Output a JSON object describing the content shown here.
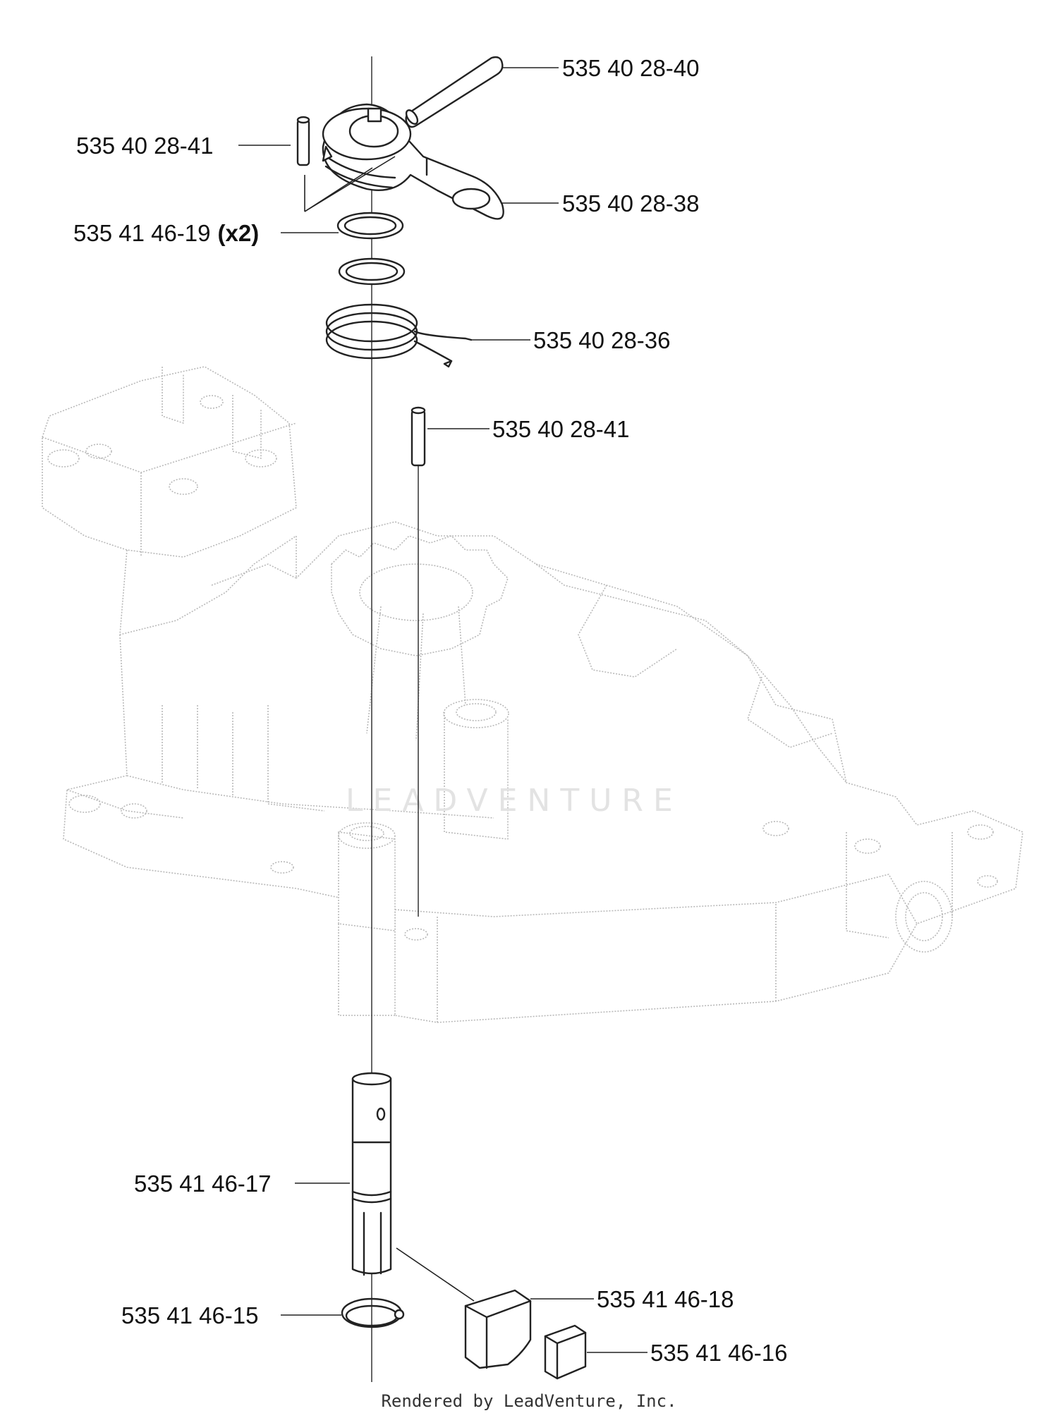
{
  "labels": {
    "pin_top": "535 40 28-40",
    "pin_left": "535 40 28-41",
    "o_rings": "535 41 46-19",
    "o_rings_qty": "(x2)",
    "arm": "535 40 28-38",
    "spring": "535 40 28-36",
    "pin_right": "535 40 28-41",
    "shaft": "535 41 46-17",
    "circlip": "535 41 46-15",
    "block": "535 41 46-18",
    "pad": "535 41 46-16"
  },
  "watermark": "LEADVENTURE",
  "footer": "Rendered by LeadVenture, Inc."
}
